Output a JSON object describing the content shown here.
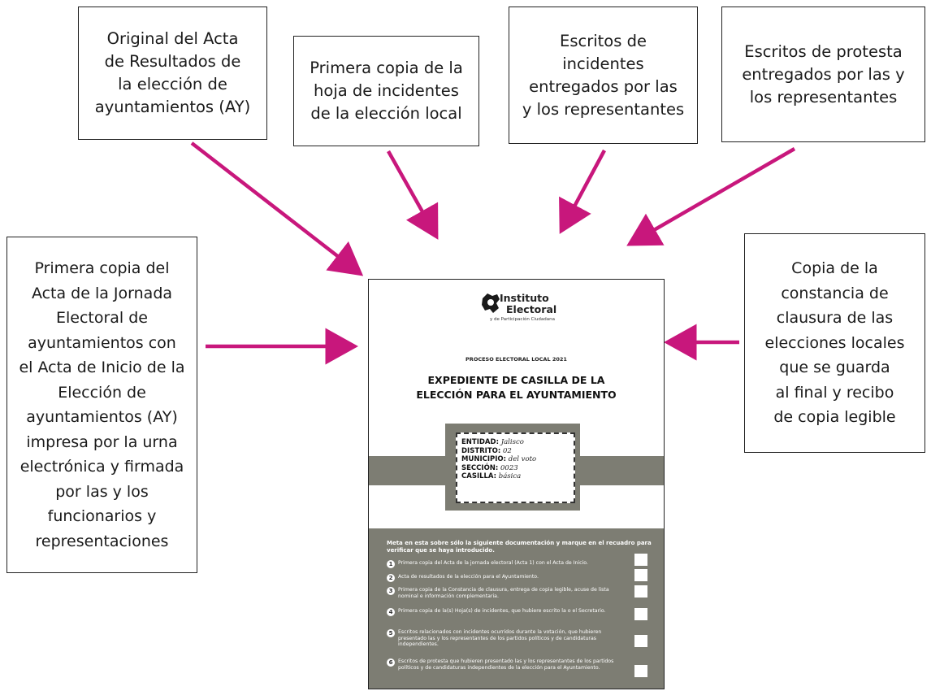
{
  "colors": {
    "arrow": "#c8177c",
    "envelope_gray": "#7d7d73"
  },
  "boxes": {
    "original_acta": [
      "Original del Acta",
      "de Resultados de",
      "la elección de",
      "ayuntamientos (AY)"
    ],
    "primera_copia_hoja": [
      "Primera copia de la",
      "hoja de incidentes",
      "de la elección local"
    ],
    "escritos_incidentes": [
      "Escritos de",
      "incidentes",
      "entregados por las",
      "y los representantes"
    ],
    "escritos_protesta": [
      "Escritos de  protesta",
      "entregados por las y",
      "los representantes"
    ],
    "primera_copia_acta": [
      "Primera copia del",
      "Acta de la Jornada",
      "Electoral de",
      "ayuntamientos  con",
      "el Acta de Inicio de la",
      "Elección de",
      "ayuntamientos (AY)",
      "impresa por la urna",
      "electrónica y firmada",
      "por las y los",
      "funcionarios y",
      "representaciones"
    ],
    "copia_constancia": [
      "Copia de la",
      "constancia de",
      "clausura de las",
      "elecciones locales",
      "que se guarda",
      "al final y recibo",
      "de copia legible"
    ]
  },
  "envelope": {
    "logo": {
      "line1": "Instituto",
      "line2": "Electoral",
      "line3": "y de Participación Ciudadana",
      "icon": "jalisco-logo-icon"
    },
    "proceso": "PROCESO ELECTORAL LOCAL 2021",
    "title_line1": "EXPEDIENTE DE CASILLA DE LA",
    "title_line2": "ELECCIÓN PARA EL AYUNTAMIENTO",
    "fields": [
      {
        "label": "ENTIDAD:",
        "value": "Jalisco"
      },
      {
        "label": "DISTRITO:",
        "value": "02"
      },
      {
        "label": "MUNICIPIO:",
        "value": "del voto"
      },
      {
        "label": "SECCIÓN:",
        "value": "0023"
      },
      {
        "label": "CASILLA:",
        "value": "básica"
      }
    ],
    "instructions": "Meta en esta sobre sólo la siguiente documentación y marque en el recuadro para verificar que se haya introducido.",
    "items": [
      {
        "num": "1",
        "text": "Primera copia del Acta de la jornada electoral (Acta 1) con el Acta de Inicio."
      },
      {
        "num": "2",
        "text": "Acta de resultados de la elección para el Ayuntamiento."
      },
      {
        "num": "3",
        "text": "Primera copia de la Constancia de clausura, entrega de copia legible, acuse de lista nominal e información complementaria."
      },
      {
        "num": "4",
        "text": "Primera copia de la(s) Hoja(s) de incidentes, que hubiere escrito la o el Secretario."
      },
      {
        "num": "5",
        "text": "Escritos relacionados con incidentes ocurridos durante la votación, que hubieren presentado las y los representantes de los partidos políticos y de candidaturas independientes."
      },
      {
        "num": "6",
        "text": "Escritos de protesta que hubieren presentado las y los representantes de los partidos políticos y de candidaturas independientes de la elección para el Ayuntamiento."
      }
    ]
  }
}
